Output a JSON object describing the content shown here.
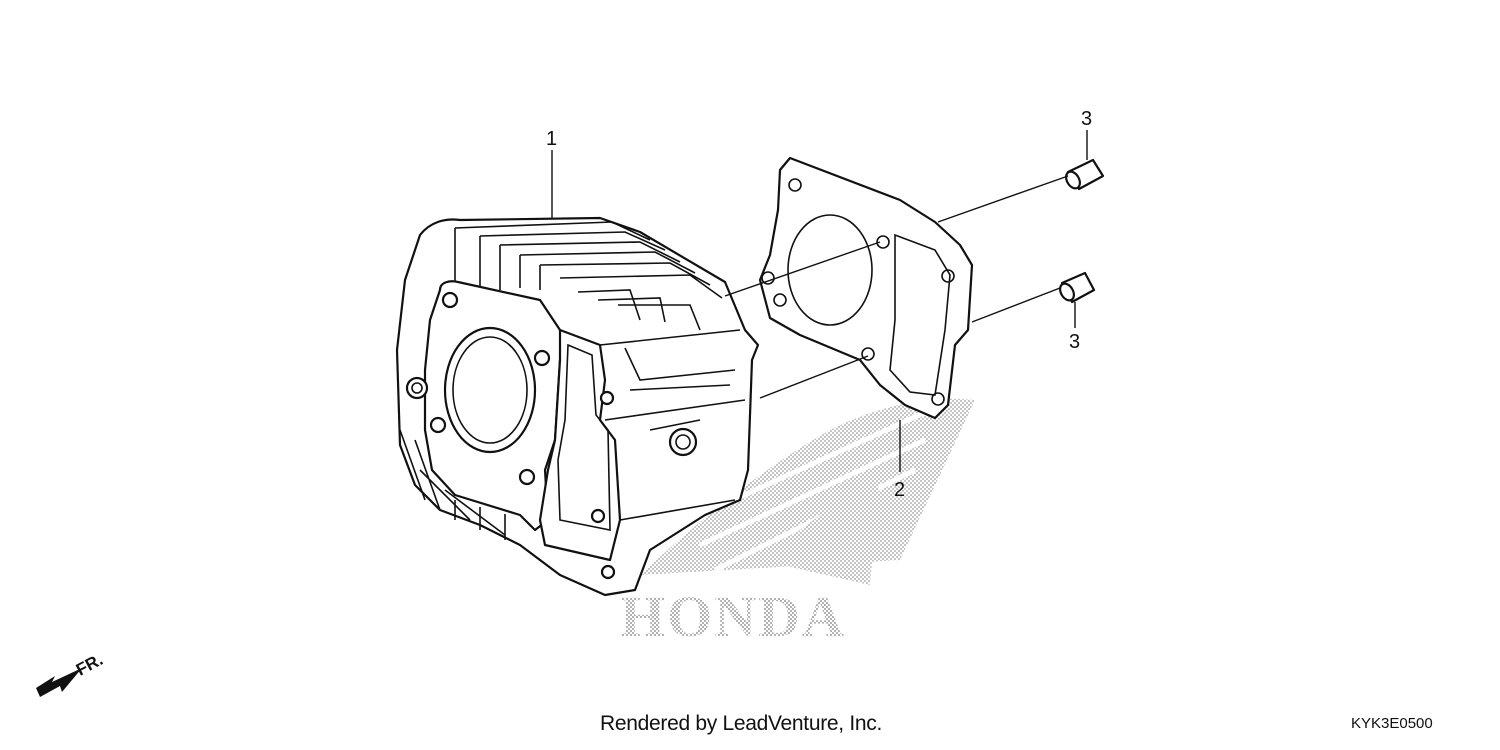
{
  "callouts": {
    "cylinder": "1",
    "gasket": "2",
    "dowel_top": "3",
    "dowel_bottom": "3"
  },
  "watermark": {
    "brand": "HONDA"
  },
  "direction_arrow": {
    "label": "FR."
  },
  "footer": {
    "credit": "Rendered by LeadVenture, Inc.",
    "diagram_code": "KYK3E0500"
  },
  "colors": {
    "line": "#111111",
    "watermark": "#c8c8c8",
    "background": "#ffffff"
  }
}
